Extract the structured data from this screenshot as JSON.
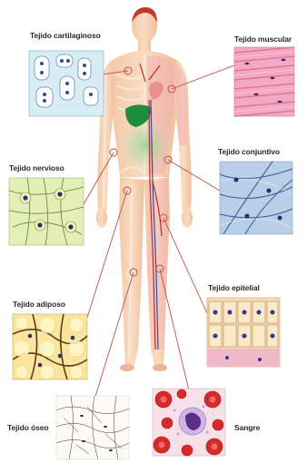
{
  "labels": {
    "cartilaginoso": "Tejido cartilaginoso",
    "muscular": "Tejido muscular",
    "nervioso": "Tejido nervioso",
    "conjuntivo": "Tejido  conjuntivo",
    "adiposo": "Tejido adiposo",
    "epitelial": "Tejido epitelial",
    "oseo": "Tejido óseo",
    "sangre": "Sangre"
  },
  "colors": {
    "connector": "#c0504d",
    "cartilage_bg": "#d8ecf5",
    "muscle_bg": "#f4a9c2",
    "nerve_bg": "#e4efb7",
    "connective_bg": "#b9cfe8",
    "adipose_bg": "#fbe59c",
    "epithelial_bg": "#f6dcb5",
    "bone_bg": "#fcfaf4",
    "blood_bg": "#f7e0e8"
  }
}
